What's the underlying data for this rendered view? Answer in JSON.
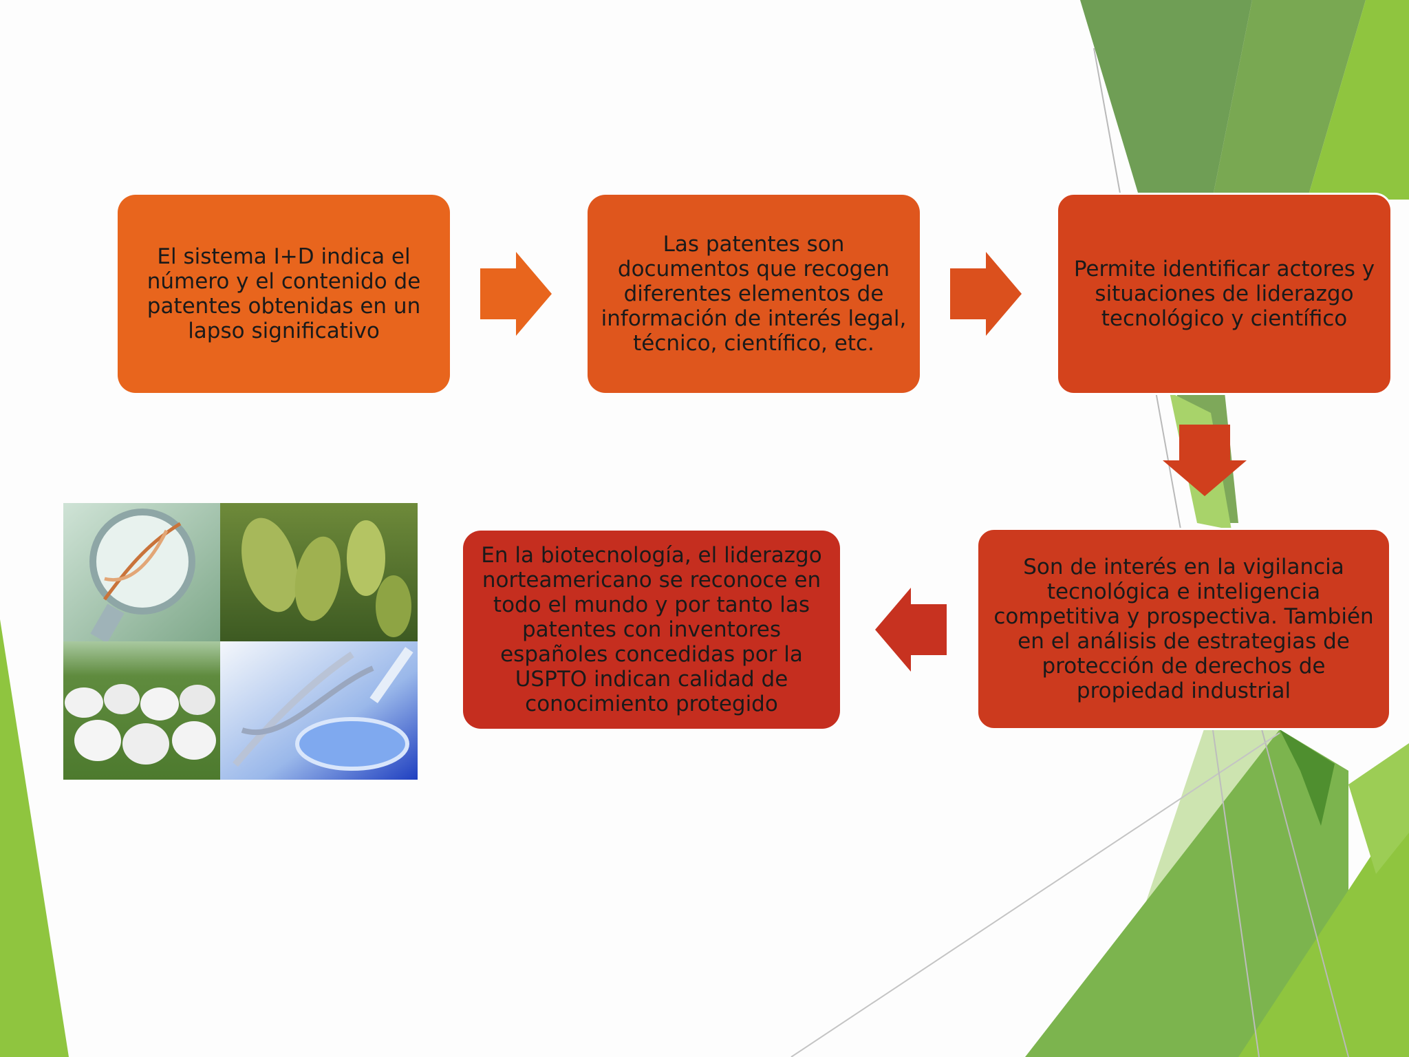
{
  "slide": {
    "colors": {
      "box1": "#e8651d",
      "box2": "#df561d",
      "box3": "#d4431c",
      "box4": "#cc3a1e",
      "box5": "#c52e1f",
      "accent_green_dark": "#5f9a3a",
      "accent_green_light": "#8cc63f"
    },
    "boxes": [
      {
        "text": "El sistema I+D indica el número y el contenido de patentes obtenidas en un lapso significativo"
      },
      {
        "text": "Las patentes son documentos que recogen diferentes elementos de información de interés legal, técnico, científico, etc."
      },
      {
        "text": "Permite identificar actores y situaciones de liderazgo tecnológico y científico"
      },
      {
        "text": "Son de interés en la vigilancia tecnológica e inteligencia competitiva y prospectiva. También en el análisis de estrategias de protección de derechos de propiedad industrial"
      },
      {
        "text": "En la biotecnología, el liderazgo norteamericano se reconoce en todo el mundo y por tanto las patentes con inventores españoles concedidas por la USPTO indican calidad de conocimiento protegido"
      }
    ],
    "arrows": [
      {
        "direction": "right"
      },
      {
        "direction": "right"
      },
      {
        "direction": "down"
      },
      {
        "direction": "left"
      }
    ],
    "image": {
      "tiles": [
        "dna-magnifier",
        "soybean-pods",
        "cattle-herd",
        "dna-petri-dish"
      ]
    }
  }
}
